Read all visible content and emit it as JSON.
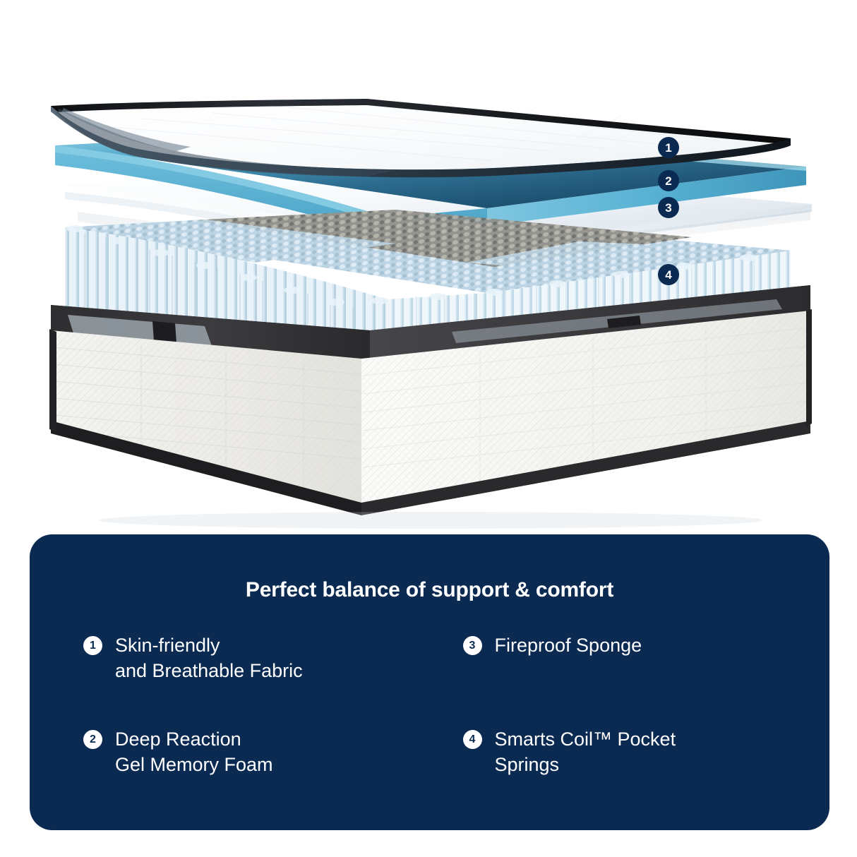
{
  "product": {
    "diagram_name": "exploded-mattress-layers",
    "layers": [
      {
        "number": "1",
        "name": "quilted-cover-layer"
      },
      {
        "number": "2",
        "name": "gel-memory-foam-layer"
      },
      {
        "number": "3",
        "name": "fireproof-sponge-layer"
      },
      {
        "number": "4",
        "name": "pocket-spring-coil-layer"
      }
    ]
  },
  "card": {
    "title": "Perfect balance of support & comfort",
    "features": [
      {
        "number": "1",
        "label": "Skin-friendly\nand Breathable Fabric"
      },
      {
        "number": "3",
        "label": "Fireproof Sponge"
      },
      {
        "number": "2",
        "label": "Deep Reaction\nGel Memory Foam"
      },
      {
        "number": "4",
        "label": "Smarts Coil™ Pocket\nSprings"
      }
    ]
  },
  "colors": {
    "navy": "#0B2A52",
    "white": "#FFFFFF",
    "gel_teal": "#4FA8CC",
    "gel_dark": "#1C4F6E",
    "coil_blue": "#C9DEEA",
    "base_dark": "#3A3A3C",
    "base_fabric": "#F2F2EF"
  }
}
